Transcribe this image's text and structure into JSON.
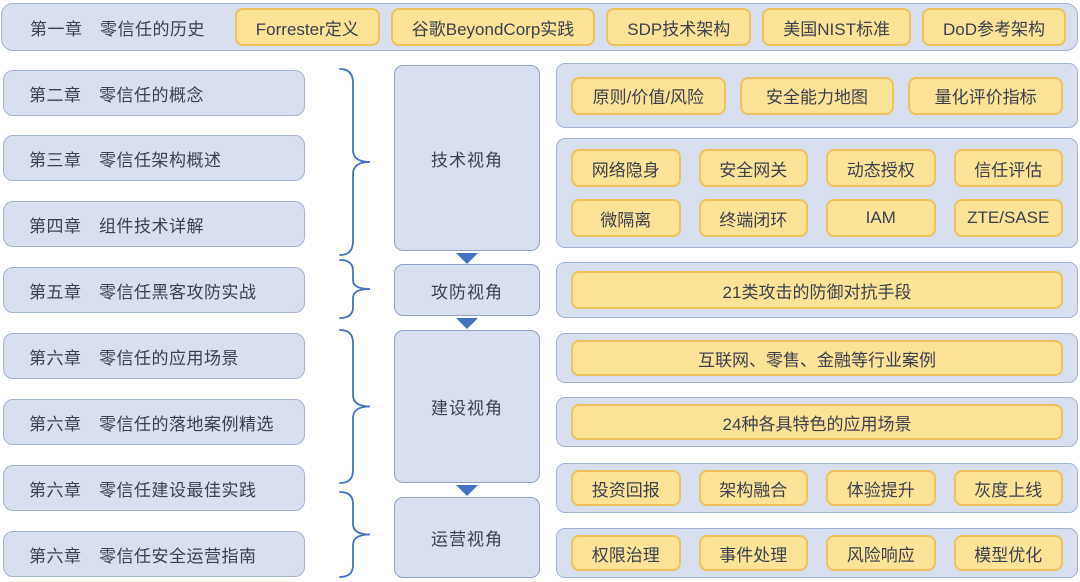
{
  "colors": {
    "accent_blue": "#4472C4",
    "box_fill": "#D8DFEE",
    "box_border": "#A5B3D3",
    "tag_fill": "#FCE398",
    "tag_border": "#EEC35C",
    "text": "#3A414D"
  },
  "top_row": {
    "chapter": "第一章　零信任的历史",
    "tags": [
      "Forrester定义",
      "谷歌BeyondCorp实践",
      "SDP技术架构",
      "美国NIST标准",
      "DoD参考架构"
    ]
  },
  "chapters": [
    "第二章　零信任的概念",
    "第三章　零信任架构概述",
    "第四章　组件技术详解",
    "第五章　零信任黑客攻防实战",
    "第六章　零信任的应用场景",
    "第六章　零信任的落地案例精选",
    "第六章　零信任建设最佳实践",
    "第六章　零信任安全运营指南"
  ],
  "perspectives": [
    "技术视角",
    "攻防视角",
    "建设视角",
    "运营视角"
  ],
  "right_panels": [
    {
      "rows": [
        [
          "原则/价值/风险",
          "安全能力地图",
          "量化评价指标"
        ]
      ]
    },
    {
      "rows": [
        [
          "网络隐身",
          "安全网关",
          "动态授权",
          "信任评估"
        ],
        [
          "微隔离",
          "终端闭环",
          "IAM",
          "ZTE/SASE"
        ]
      ]
    },
    {
      "rows": [
        [
          "21类攻击的防御对抗手段"
        ]
      ]
    },
    {
      "rows": [
        [
          "互联网、零售、金融等行业案例"
        ]
      ]
    },
    {
      "rows": [
        [
          "24种各具特色的应用场景"
        ]
      ]
    },
    {
      "rows": [
        [
          "投资回报",
          "架构融合",
          "体验提升",
          "灰度上线"
        ]
      ]
    },
    {
      "rows": [
        [
          "权限治理",
          "事件处理",
          "风险响应",
          "模型优化"
        ]
      ]
    }
  ]
}
